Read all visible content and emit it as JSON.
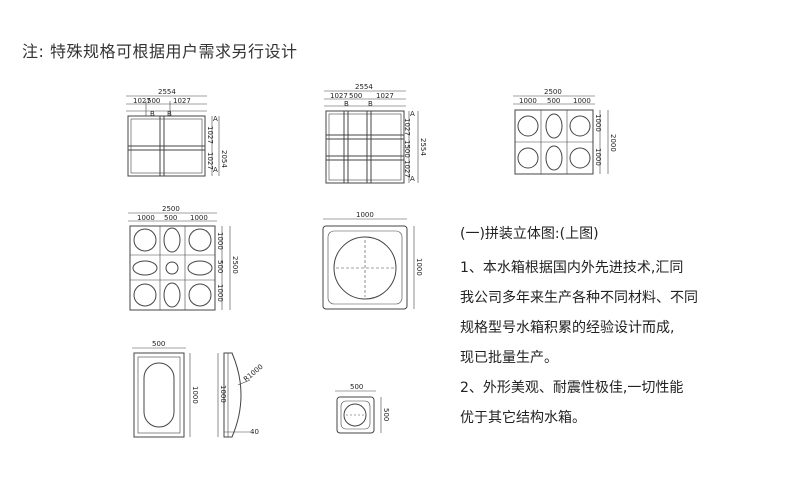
{
  "note": "注: 特殊规格可根据用户需求另行设计",
  "description": {
    "heading": "(一)拼装立体图:(上图)",
    "p1_line1": "1、本水箱根据国内外先进技术,汇同",
    "p1_line2": "我公司多年来生产各种不同材料、不同",
    "p1_line3": "规格型号水箱积累的经验设计而成,",
    "p1_line4": "现已批量生产。",
    "p2_line1": "2、外形美观、耐震性极佳,一切性能",
    "p2_line2": "优于其它结构水箱。"
  },
  "dims": {
    "d2554": "2554",
    "d1027": "1027",
    "d500": "500",
    "d2500": "2500",
    "d1000": "1000",
    "d1500": "1500",
    "d2054": "2054",
    "dR1000": "R1000",
    "d40": "40",
    "dA": "A",
    "dB": "B"
  }
}
